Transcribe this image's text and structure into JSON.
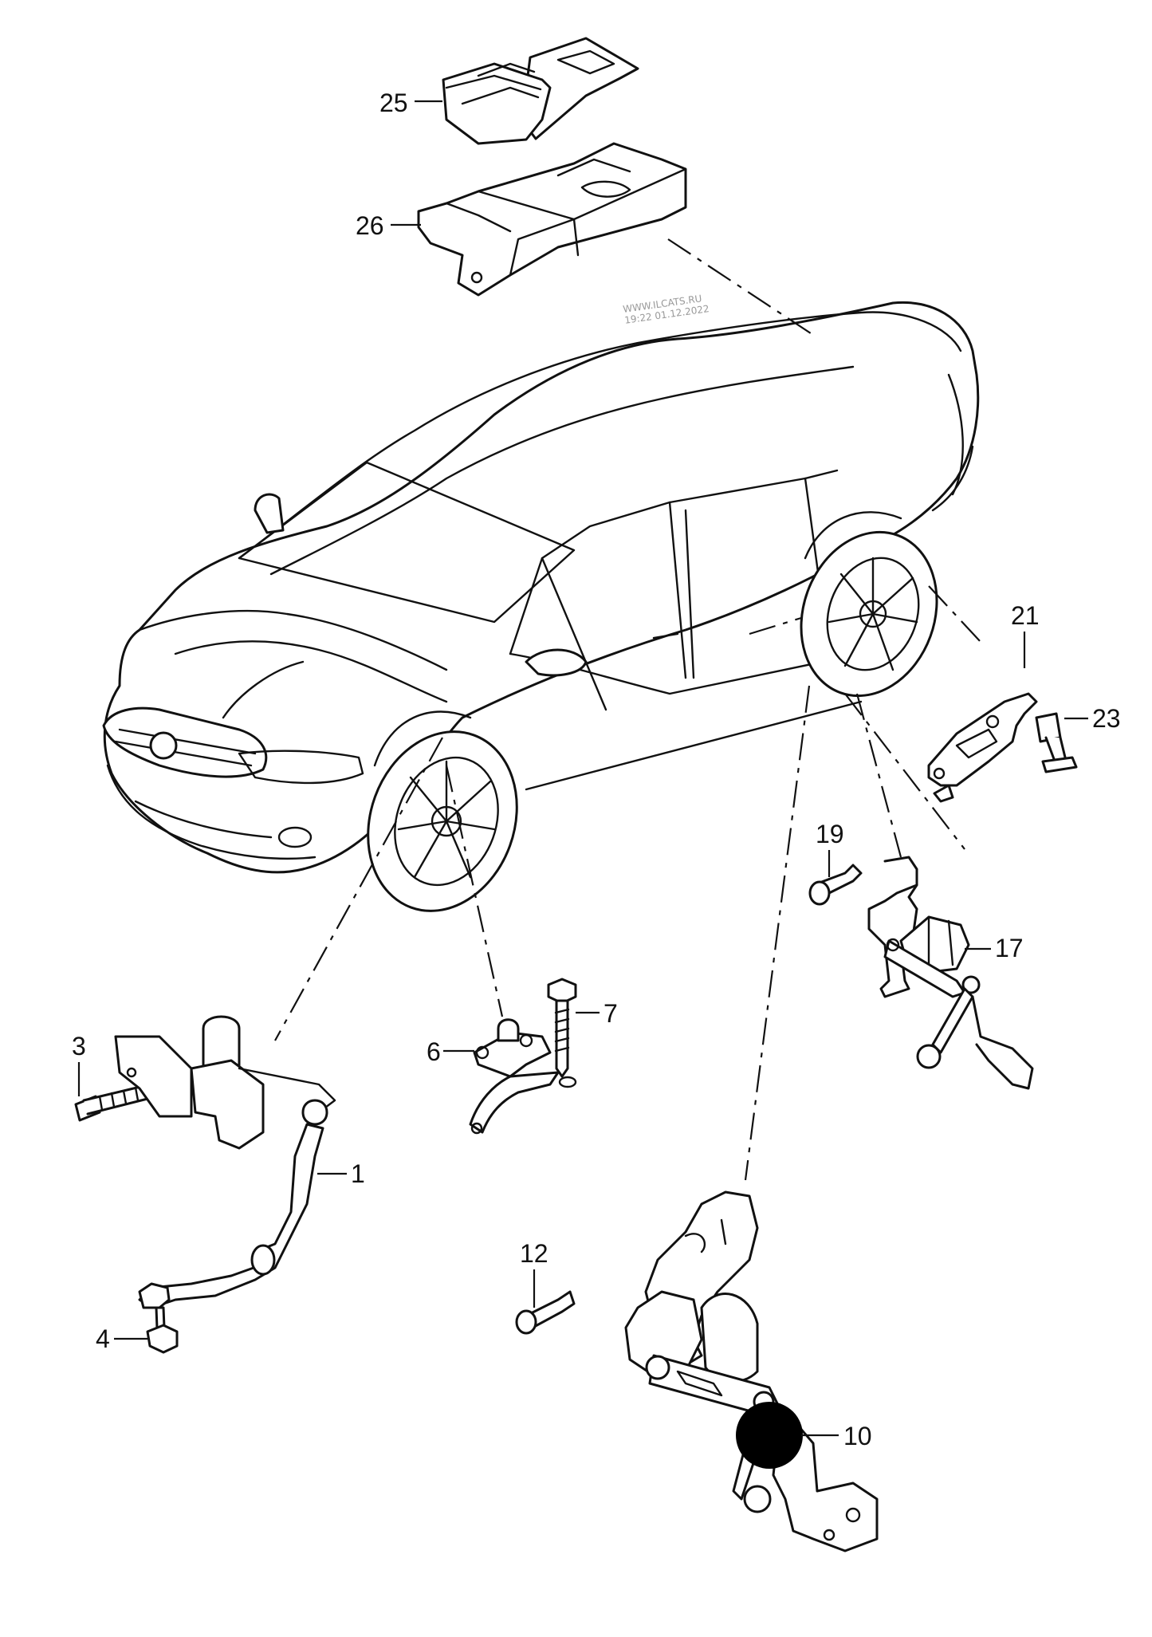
{
  "watermark": {
    "line1": "WWW.ILCATS.RU",
    "line2": "19:22 01.12.2022"
  },
  "callouts": [
    {
      "id": "c25",
      "label": "25"
    },
    {
      "id": "c26",
      "label": "26"
    },
    {
      "id": "c21",
      "label": "21"
    },
    {
      "id": "c23",
      "label": "23"
    },
    {
      "id": "c19",
      "label": "19"
    },
    {
      "id": "c17",
      "label": "17"
    },
    {
      "id": "c3",
      "label": "3"
    },
    {
      "id": "c6",
      "label": "6"
    },
    {
      "id": "c7",
      "label": "7"
    },
    {
      "id": "c1",
      "label": "1"
    },
    {
      "id": "c4",
      "label": "4"
    },
    {
      "id": "c12",
      "label": "12"
    },
    {
      "id": "c10",
      "label": "10"
    }
  ],
  "highlight_marker": {
    "color": "#000000",
    "part": "10"
  }
}
